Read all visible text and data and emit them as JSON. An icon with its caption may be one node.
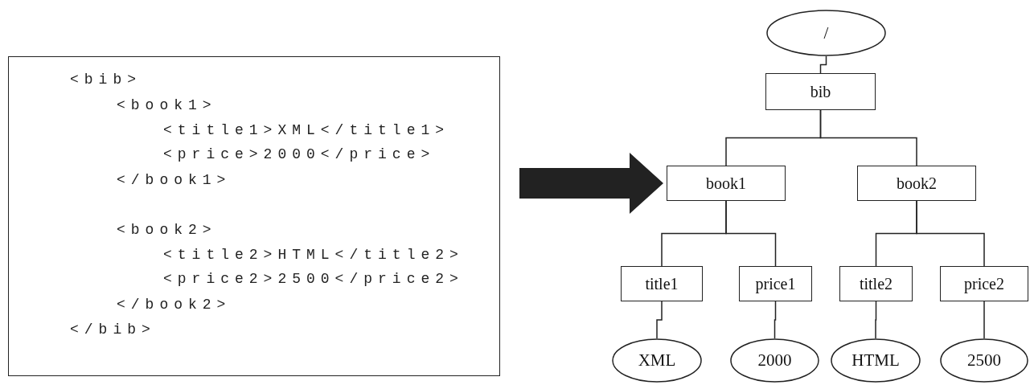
{
  "diagram": {
    "nodes": [
      {
        "text": [
          "<bib>",
          "<book1>",
          "<title1>XML</title1>",
          "<price>2000</price>",
          "</book1>",
          "<book2>",
          "<title2>HTML</title2>",
          "<price2>2500</price2>",
          "</book2>",
          "</bib>"
        ]
      },
      {
        "text": [
          "/"
        ]
      },
      {
        "text": [
          "bib"
        ]
      },
      {
        "text": [
          "book1"
        ]
      },
      {
        "text": [
          "book2"
        ]
      },
      {
        "text": [
          "title1"
        ]
      },
      {
        "text": [
          "price1"
        ]
      },
      {
        "text": [
          "title2"
        ]
      },
      {
        "text": [
          "price2"
        ]
      },
      {
        "text": [
          "XML"
        ]
      },
      {
        "text": [
          "2000"
        ]
      },
      {
        "text": [
          "HTML"
        ]
      },
      {
        "text": [
          "2500"
        ]
      }
    ],
    "edges": [
      {
        "from": 0,
        "to": 3,
        "arrow": "to",
        "style": "thick"
      },
      {
        "from": 1,
        "to": 2,
        "arrow": "none"
      },
      {
        "from": 2,
        "to": 3,
        "arrow": "none"
      },
      {
        "from": 2,
        "to": 4,
        "arrow": "none"
      },
      {
        "from": 3,
        "to": 5,
        "arrow": "none"
      },
      {
        "from": 3,
        "to": 6,
        "arrow": "none"
      },
      {
        "from": 4,
        "to": 7,
        "arrow": "none"
      },
      {
        "from": 4,
        "to": 8,
        "arrow": "none"
      },
      {
        "from": 5,
        "to": 9,
        "arrow": "none"
      },
      {
        "from": 6,
        "to": 10,
        "arrow": "none"
      },
      {
        "from": 7,
        "to": 11,
        "arrow": "none"
      },
      {
        "from": 8,
        "to": 12,
        "arrow": "none"
      }
    ]
  }
}
